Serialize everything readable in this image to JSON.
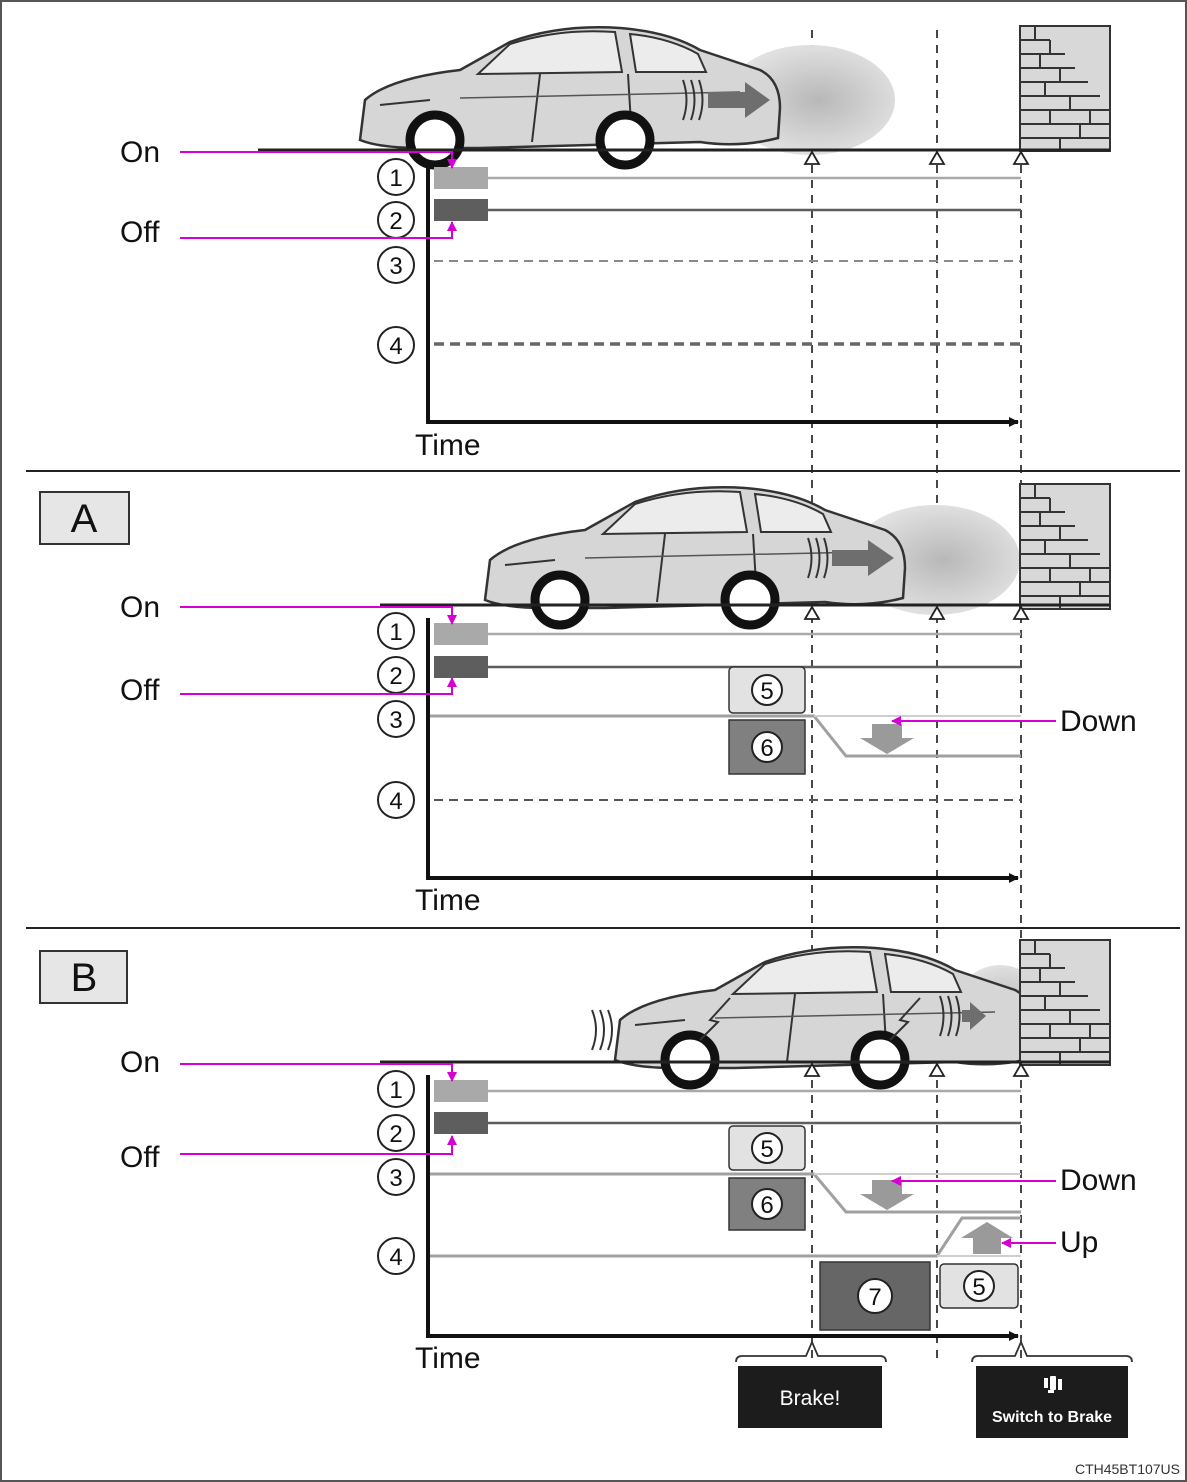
{
  "labels": {
    "on": "On",
    "off": "Off",
    "time": "Time",
    "down": "Down",
    "up": "Up"
  },
  "panels": [
    {
      "id": "base",
      "tag": ""
    },
    {
      "id": "a",
      "tag": "A"
    },
    {
      "id": "b",
      "tag": "B"
    }
  ],
  "markers": [
    "1",
    "2",
    "3",
    "4",
    "5",
    "6",
    "7"
  ],
  "displays": {
    "brake": "Brake!",
    "switch_to_brake": "Switch to Brake"
  },
  "figure_code": "CTH45BT107US",
  "colors": {
    "pointer": "#d400d4",
    "lamp_light": "#a9a9a9",
    "lamp_dark": "#5e5e5e",
    "box_light": "#e2e2e2",
    "box_dark": "#808080",
    "box_darker": "#666666",
    "display_bg": "#1c1c1c"
  }
}
